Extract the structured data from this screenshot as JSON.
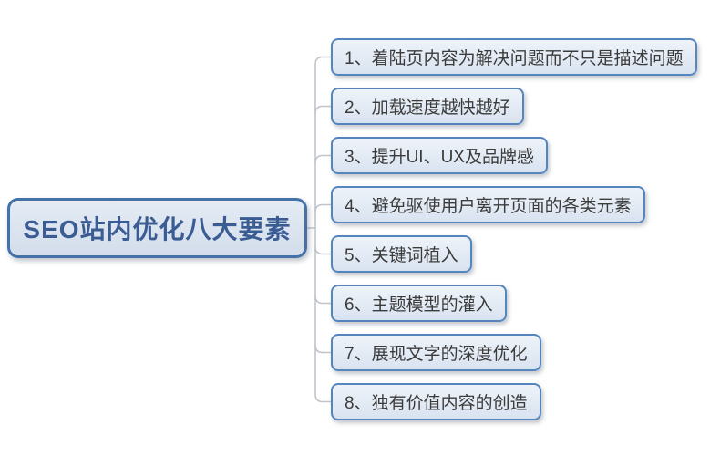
{
  "root": {
    "label": "SEO站内优化八大要素"
  },
  "branches": [
    {
      "label": "1、着陆页内容为解决问题而不只是描述问题"
    },
    {
      "label": "2、加载速度越快越好"
    },
    {
      "label": "3、提升UI、UX及品牌感"
    },
    {
      "label": "4、避免驱使用户离开页面的各类元素"
    },
    {
      "label": "5、关键词植入"
    },
    {
      "label": "6、主题模型的灌入"
    },
    {
      "label": "7、展现文字的深度优化"
    },
    {
      "label": "8、独有价值内容的创造"
    }
  ],
  "colors": {
    "background": "#ffffff",
    "root-border": "#4472a8",
    "root-fill-top": "#e4ebf4",
    "root-fill-bottom": "#d3ddeb",
    "root-text": "#3b5c92",
    "branch-border": "#5585bd",
    "branch-fill-top": "#eef3f9",
    "branch-fill-bottom": "#d9e3f0",
    "branch-text": "#3b3b3b",
    "line": "#c0c5cc"
  }
}
